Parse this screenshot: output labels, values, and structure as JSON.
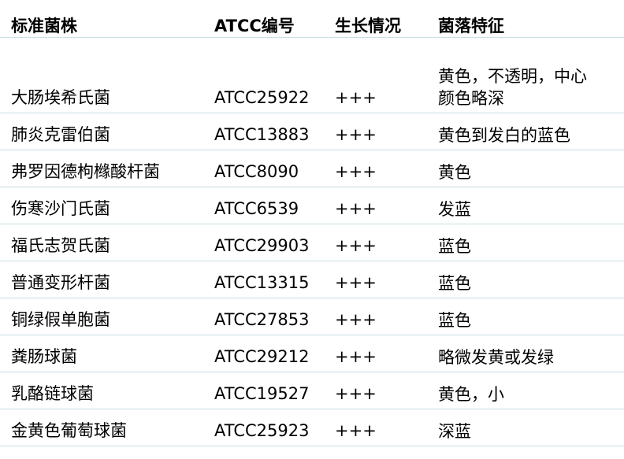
{
  "headers": [
    "标准菌株",
    "ATCC编号",
    "生长情况",
    "菌落特征"
  ],
  "rows": [
    {
      "strain": "大肠埃希氏菌",
      "atcc": "ATCC25922",
      "growth": "+++",
      "feature": [
        "黄色，不透明，中心",
        "颜色略深"
      ]
    },
    {
      "strain": "肺炎克雷伯菌",
      "atcc": "ATCC13883",
      "growth": "+++",
      "feature": [
        "黄色到发白的蓝色"
      ]
    },
    {
      "strain": "弗罗因德枸橼酸杆菌",
      "atcc": "ATCC8090",
      "growth": "+++",
      "feature": [
        "黄色"
      ]
    },
    {
      "strain": "伤寒沙门氏菌",
      "atcc": "ATCC6539",
      "growth": "+++",
      "feature": [
        "发蓝"
      ]
    },
    {
      "strain": "福氏志贺氏菌",
      "atcc": "ATCC29903",
      "growth": "+++",
      "feature": [
        "蓝色"
      ]
    },
    {
      "strain": "普通变形杆菌",
      "atcc": "ATCC13315",
      "growth": "+++",
      "feature": [
        "蓝色"
      ]
    },
    {
      "strain": "铜绿假单胞菌",
      "atcc": "ATCC27853",
      "growth": "+++",
      "feature": [
        "蓝色"
      ]
    },
    {
      "strain": "粪肠球菌",
      "atcc": "ATCC29212",
      "growth": "+++",
      "feature": [
        "略微发黄或发绿"
      ]
    },
    {
      "strain": "乳酪链球菌",
      "atcc": "ATCC19527",
      "growth": "+++",
      "feature": [
        "黄色，小"
      ]
    },
    {
      "strain": "金黄色葡萄球菌",
      "atcc": "ATCC25923",
      "growth": "+++",
      "feature": [
        "深蓝"
      ]
    }
  ]
}
